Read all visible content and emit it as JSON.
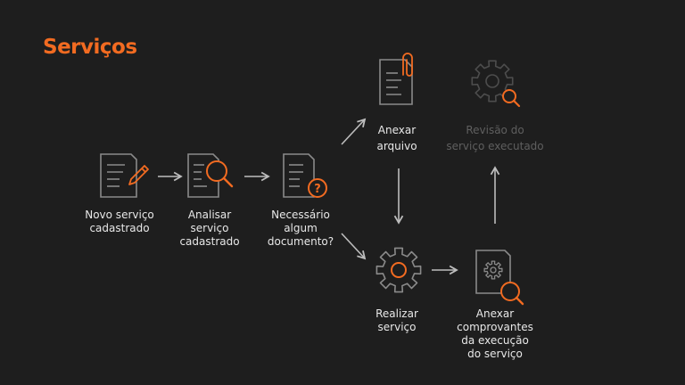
{
  "title": "Serviços",
  "colors": {
    "background": "#1e1e1e",
    "accent": "#f26b21",
    "icon": "#8a8a8a",
    "icon_dim": "#4d4d4d",
    "text": "#e8e8e8",
    "text_dim": "#5f5f5f"
  },
  "steps": [
    {
      "icon": "document-pencil-icon",
      "lines": [
        "Novo serviço",
        "cadastrado"
      ]
    },
    {
      "icon": "document-search-icon",
      "lines": [
        "Analisar",
        "serviço",
        "cadastrado"
      ]
    },
    {
      "icon": "document-question-icon",
      "lines": [
        "Necessário",
        "algum",
        "documento?"
      ]
    },
    {
      "icon": "document-attach-icon",
      "lines": [
        "Anexar",
        "arquivo"
      ]
    },
    {
      "icon": "gear-search-icon",
      "lines": [
        "Revisão do",
        "serviço executado"
      ]
    },
    {
      "icon": "gear-icon",
      "lines": [
        "Realizar",
        "serviço"
      ]
    },
    {
      "icon": "document-gear-search-icon",
      "lines": [
        "Anexar",
        "comprovantes",
        "da execução",
        "do serviço"
      ]
    }
  ],
  "question_mark": "?"
}
